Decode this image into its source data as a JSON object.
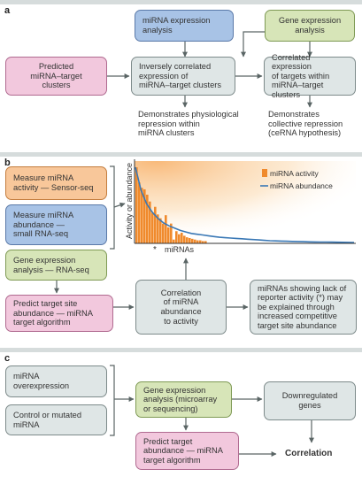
{
  "panel_a": {
    "label": "a",
    "mirna_expression": "miRNA expression\nanalysis",
    "gene_expression": "Gene expression\nanalysis",
    "predicted": "Predicted\nmiRNA–target\nclusters",
    "inversely": "Inversely correlated\nexpression of\nmiRNA–target clusters",
    "correlated": "Correlated expression\nof targets within\nmiRNA–target clusters",
    "demo_physio": "Demonstrates physiological\nrepression within\nmiRNA clusters",
    "demo_collective": "Demonstrates\ncollective repression\n(ceRNA hypothesis)"
  },
  "panel_b": {
    "label": "b",
    "measure_activity": "Measure miRNA\nactivity — Sensor-seq",
    "measure_abundance": "Measure miRNA\nabundance —\nsmall RNA-seq",
    "gene_expression": "Gene expression\nanalysis — RNA-seq",
    "predict_site": "Predict target site\nabundance — miRNA\ntarget algorithm",
    "correlation": "Correlation\nof miRNA\nabundance\nto activity",
    "lack_activity": "miRNAs showing lack of\nreporter activity (*) may\nbe explained through\nincreased competitive\ntarget site abundance",
    "chart": {
      "ylabel": "Activity or abundance",
      "xlabel": "miRNAs",
      "legend_activity": "miRNA activity",
      "legend_abundance": "miRNA abundance",
      "star": "*"
    }
  },
  "panel_c": {
    "label": "c",
    "overexpression": "miRNA\noverexpression",
    "control": "Control or mutated\nmiRNA",
    "gene_expression": "Gene expression\nanalysis (microarray\nor sequencing)",
    "downregulated": "Downregulated\ngenes",
    "predict_target": "Predict target\nabundance — miRNA\ntarget algorithm",
    "correlation": "Correlation"
  },
  "colors": {
    "blue": "#a8c3e6",
    "green": "#d7e5b8",
    "pink": "#f2c8dd",
    "grey": "#dfe6e6",
    "orange": "#f8c79a",
    "bar": "#f08a2c",
    "curve": "#3a78b5"
  },
  "chart_data": {
    "type": "bar",
    "title": "",
    "xlabel": "miRNAs",
    "ylabel": "Activity or abundance",
    "legend_position": "top-right",
    "series": [
      {
        "name": "miRNA activity",
        "kind": "bar",
        "values": [
          1.0,
          0.8,
          0.73,
          0.71,
          0.64,
          0.55,
          0.4,
          0.48,
          0.38,
          0.33,
          0.26,
          0.37,
          0.21,
          0.26,
          0.05,
          0.16,
          0.12,
          0.14,
          0.1,
          0.08,
          0.07,
          0.06,
          0.05,
          0.04,
          0.04,
          0.03,
          0.03
        ]
      },
      {
        "name": "miRNA abundance",
        "kind": "line",
        "values": [
          1.0,
          0.7,
          0.52,
          0.41,
          0.33,
          0.27,
          0.23,
          0.2,
          0.17,
          0.15,
          0.13,
          0.12,
          0.11,
          0.1,
          0.09,
          0.08,
          0.075,
          0.07,
          0.065,
          0.06,
          0.055,
          0.05,
          0.045,
          0.04,
          0.035,
          0.032,
          0.03,
          0.028,
          0.026,
          0.024,
          0.022,
          0.02,
          0.019,
          0.018,
          0.017,
          0.016,
          0.015,
          0.014,
          0.013,
          0.012
        ]
      }
    ],
    "annotations": [
      "*"
    ],
    "grid": false
  }
}
